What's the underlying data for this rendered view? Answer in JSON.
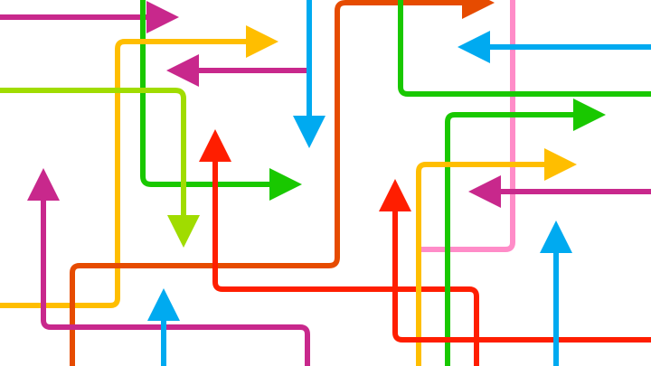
{
  "scene": {
    "background": "#ffffff",
    "arrows": [
      {
        "name": "magenta-arrow-top-left",
        "color": "#c8288c",
        "marker": "arrow-tip-magenta"
      },
      {
        "name": "green-arrow-left-elbow",
        "color": "#19c800",
        "marker": "arrow-tip-green"
      },
      {
        "name": "yellow-arrow-left-elbow",
        "color": "#ffbe00",
        "marker": "arrow-tip-yellow"
      },
      {
        "name": "lime-arrow-down-elbow",
        "color": "#a0dc00",
        "marker": "arrow-tip-lime"
      },
      {
        "name": "magenta-arrow-pointing-left",
        "color": "#c8288c",
        "marker": "arrow-tip-magenta"
      },
      {
        "name": "blue-arrow-pointing-down",
        "color": "#00aaf0",
        "marker": "arrow-tip-blue"
      },
      {
        "name": "orange-arrow-long-path",
        "color": "#e64b00",
        "marker": "arrow-tip-orange"
      },
      {
        "name": "red-arrow-center-up",
        "color": "#ff1e00",
        "marker": "arrow-tip-red"
      },
      {
        "name": "magenta-arrow-bottom-left-up",
        "color": "#c8288c",
        "marker": "arrow-tip-magenta"
      },
      {
        "name": "blue-arrow-bottom-up",
        "color": "#00aaf0",
        "marker": "arrow-tip-blue"
      },
      {
        "name": "pink-line-right",
        "color": "#ff8cc8",
        "marker": ""
      },
      {
        "name": "blue-arrow-top-right-left",
        "color": "#00aaf0",
        "marker": "arrow-tip-blue"
      },
      {
        "name": "green-arrow-right-loop",
        "color": "#19c800",
        "marker": ""
      },
      {
        "name": "green-arrow-right-elbow",
        "color": "#19c800",
        "marker": "arrow-tip-green"
      },
      {
        "name": "yellow-arrow-right-elbow",
        "color": "#ffbe00",
        "marker": "arrow-tip-yellow"
      },
      {
        "name": "magenta-arrow-right-pointing-left",
        "color": "#c8288c",
        "marker": "arrow-tip-magenta"
      },
      {
        "name": "red-arrow-right-up",
        "color": "#ff1e00",
        "marker": "arrow-tip-red"
      },
      {
        "name": "blue-arrow-right-up",
        "color": "#00aaf0",
        "marker": "arrow-tip-blue"
      }
    ]
  }
}
